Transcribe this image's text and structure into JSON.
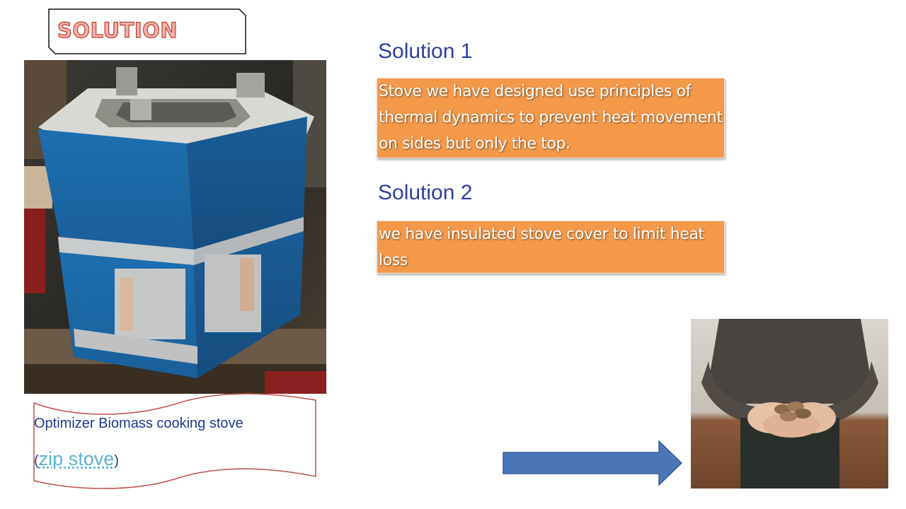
{
  "title": "SOLUTION",
  "caption": {
    "line1": "Optimizer Biomass cooking stove",
    "open_paren": "(",
    "link_text": "zip stove",
    "close_paren": ")"
  },
  "solutions": [
    {
      "heading": "Solution 1",
      "text": "Stove we have designed use principles of thermal dynamics to prevent heat movement on sides but only the top."
    },
    {
      "heading": "Solution 2",
      "text": "we have insulated stove cover to limit heat loss"
    }
  ],
  "colors": {
    "heading_blue": "#2e3f9e",
    "panel_orange": "#f4994a",
    "arrow_blue": "#4a76b8",
    "caption_border": "#c0504d"
  }
}
